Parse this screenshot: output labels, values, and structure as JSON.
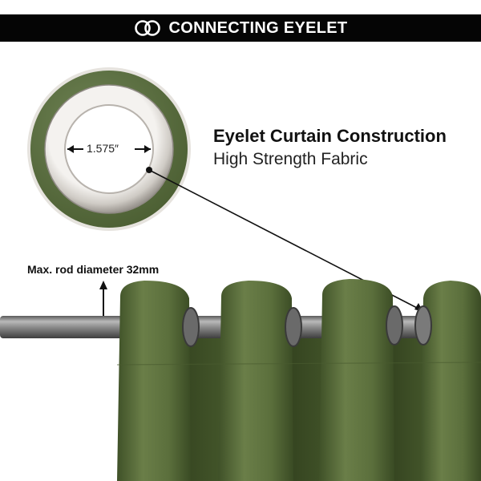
{
  "banner": {
    "title": "CONNECTING EYELET",
    "icon": "linked-rings-icon"
  },
  "eyelet_detail": {
    "inner_diameter_label": "1.575″"
  },
  "info": {
    "headline": "Eyelet Curtain Construction",
    "subline": "High Strength Fabric"
  },
  "rod": {
    "label": "Max. rod diameter 32mm"
  },
  "colors": {
    "fabric": "#5b6f3c",
    "fabric_dark": "#3f5128",
    "metal": "#8a8a8a",
    "banner_bg": "#050505",
    "banner_text": "#ffffff"
  }
}
